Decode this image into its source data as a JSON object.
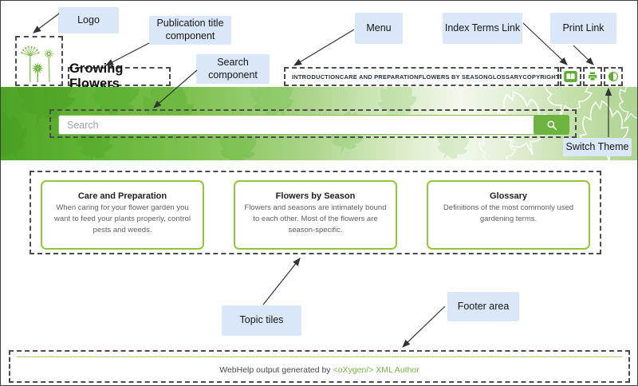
{
  "header": {
    "title": "Growing Flowers",
    "menu": [
      "INTRODUCTION",
      "CARE AND PREPARATION",
      "FLOWERS BY SEASON",
      "GLOSSARY",
      "COPYRIGHT"
    ],
    "icons": {
      "index_terms": "open-book-icon",
      "print": "printer-icon",
      "switch_theme": "half-filled-circle-icon"
    }
  },
  "search": {
    "placeholder": "Search",
    "button_icon": "magnifier-icon"
  },
  "tiles": [
    {
      "title": "Care and Preparation",
      "body": "When caring for your flower garden you want to feed your plants properly, control pests and weeds."
    },
    {
      "title": "Flowers by Season",
      "body": "Flowers and seasons are intimately bound to each other. Most of the flowers are season-specific."
    },
    {
      "title": "Glossary",
      "body": "Definitions of the most commonly used gardening terms."
    }
  ],
  "footer": {
    "prefix": "WebHelp output generated by",
    "link": "<oXygen/> XML Author"
  },
  "callouts": {
    "logo": "Logo",
    "publication_title": "Publication title component",
    "menu": "Menu",
    "index_terms": "Index Terms Link",
    "print": "Print Link",
    "search": "Search component",
    "switch_theme": "Switch Theme",
    "topic_tiles": "Topic tiles",
    "footer": "Footer area"
  },
  "colors": {
    "banner_green": "#5fb232",
    "tile_border_green": "#93c63d",
    "icon_green": "#5fae33",
    "callout_blue": "#d9e7f8",
    "footer_link_green": "#77b347"
  }
}
